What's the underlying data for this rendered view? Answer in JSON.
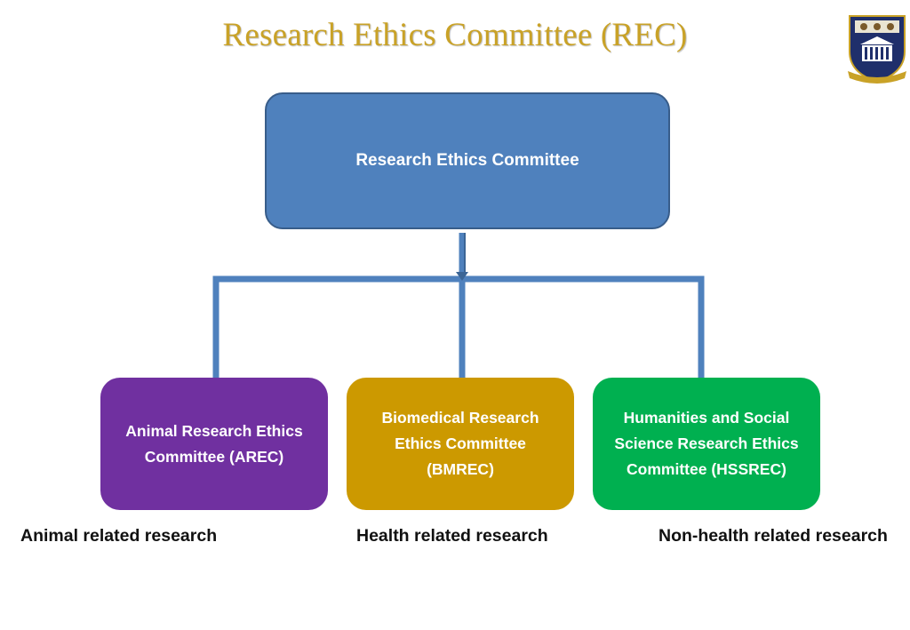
{
  "title": "Research Ethics Committee (REC)",
  "colors": {
    "title": "#c9a227",
    "root": "#4f81bd",
    "connector": "#4f81bd",
    "arec": "#7030a0",
    "bmrec": "#cc9900",
    "hssrec": "#00b050"
  },
  "root": {
    "label": "Research Ethics Committee"
  },
  "committees": [
    {
      "label": "Animal Research Ethics Committee (AREC)",
      "caption": "Animal related research"
    },
    {
      "label": "Biomedical Research Ethics Committee (BMREC)",
      "caption": "Health related research"
    },
    {
      "label": "Humanities and Social Science Research Ethics Committee (HSSREC)",
      "caption": "Non-health related research"
    }
  ],
  "logo": {
    "icon": "university-crest-icon"
  }
}
